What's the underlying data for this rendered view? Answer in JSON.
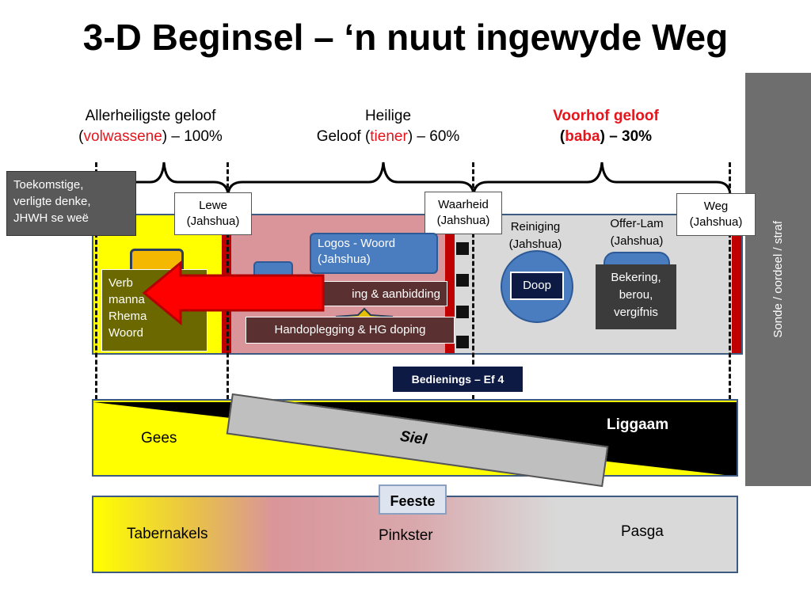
{
  "title": "3-D Beginsel – ‘n nuut ingewyde Weg",
  "zones": {
    "left": {
      "line1": "Allerheiligste geloof",
      "open": "(",
      "highlight": "volwassene",
      "rest": ") – 100%"
    },
    "middle": {
      "line1": "Heilige",
      "line2a": "Geloof (",
      "highlight": "tiener",
      "rest": ") – 60%"
    },
    "right": {
      "line1": "Voorhof geloof",
      "open": "(",
      "highlight": "baba",
      "rest": ") – 30%"
    }
  },
  "side_label": "Sonde / oordeel / straf",
  "future_box": {
    "line1": "Toekomstige,",
    "line2": "verligte denke,",
    "line3": "JHWH se weë"
  },
  "doors": {
    "lewe": {
      "line1": "Lewe",
      "line2": "(Jahshua)"
    },
    "waarheid": {
      "line1": "Waarheid",
      "line2": "(Jahshua)"
    },
    "weg": {
      "line1": "Weg",
      "line2": "(Jahshua)"
    }
  },
  "holy_of_holies": {
    "line1": "Verb",
    "line2": "manna",
    "line3": "Rhema",
    "line4": "Woord"
  },
  "holy_place": {
    "logos": {
      "line1": "Logos - Woord",
      "line2": "(Jahshua)"
    },
    "worship": "ing & aanbidding",
    "laying_hands": "Handoplegging & HG doping"
  },
  "court": {
    "reiniging": {
      "line1": "Reiniging",
      "line2": "(Jahshua)"
    },
    "offer": {
      "line1": "Offer-Lam",
      "line2": "(Jahshua)"
    },
    "doop": "Doop",
    "bekering": {
      "line1": "Bekering,",
      "line2": "berou,",
      "line3": "vergifnis"
    }
  },
  "ministries": "Bedienings – Ef 4",
  "body_panel": {
    "gees": "Gees",
    "siel": "Siel",
    "liggaam": "Liggaam"
  },
  "feasts": {
    "header": "Feeste",
    "tabernakels": "Tabernakels",
    "pinkster": "Pinkster",
    "pasga": "Pasga"
  },
  "colors": {
    "yellow": "#ffff00",
    "holy_pink": "#d9959a",
    "court_gray": "#d9d9d9",
    "door_red": "#c00000",
    "arrow_red": "#ff0000",
    "navy": "#0d1a44",
    "side_gray": "#6e6e6e"
  }
}
